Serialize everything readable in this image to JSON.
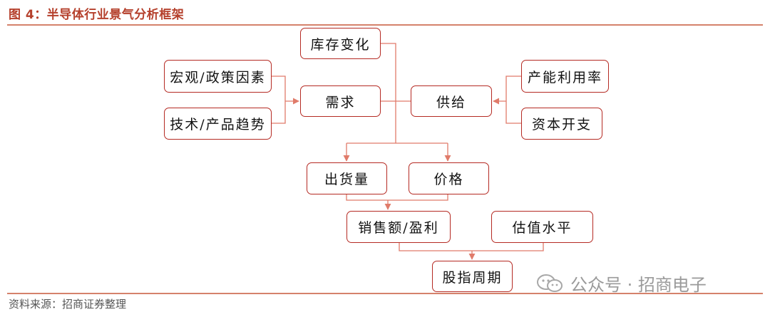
{
  "figure": {
    "title": "图 4：半导体行业景气分析框架",
    "source": "资料来源：招商证券整理"
  },
  "nodes": {
    "inventory": "库存变化",
    "macro": "宏观/政策因素",
    "tech": "技术/产品趋势",
    "demand": "需求",
    "supply": "供给",
    "capacity": "产能利用率",
    "capex": "资本开支",
    "shipments": "出货量",
    "price": "价格",
    "revenue": "销售额/盈利",
    "valuation": "估值水平",
    "cycle": "股指周期"
  },
  "watermark": {
    "text": "公众号 · 招商电子",
    "icon": "wechat-icon"
  },
  "colors": {
    "accent": "#b52a23",
    "connector": "#e07b6a",
    "title": "#b5402c"
  }
}
